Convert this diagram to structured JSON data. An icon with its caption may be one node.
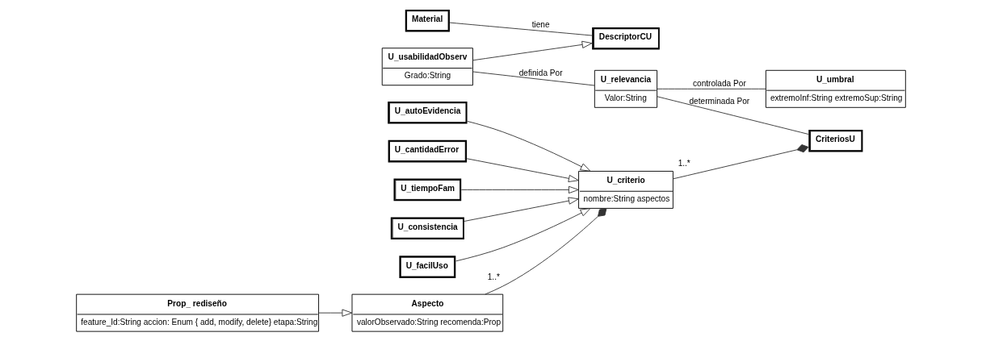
{
  "diagram": {
    "nodes": [
      {
        "text": [
          "Material"
        ]
      },
      {
        "text": [
          "DescriptorCU"
        ]
      },
      {
        "text": [
          "U_usabilidadObserv",
          "Grado:String"
        ]
      },
      {
        "text": [
          "U_relevancia",
          "Valor:String"
        ]
      },
      {
        "text": [
          "U_umbral",
          "extremoInf:String extremoSup:String"
        ]
      },
      {
        "text": [
          "U_autoEvidencia"
        ]
      },
      {
        "text": [
          "U_cantidadError"
        ]
      },
      {
        "text": [
          "U_tiempoFam"
        ]
      },
      {
        "text": [
          "U_consistencia"
        ]
      },
      {
        "text": [
          "U_facilUso"
        ]
      },
      {
        "text": [
          "CriteriosU"
        ]
      },
      {
        "text": [
          "U_criterio",
          "nombre:String aspectos"
        ]
      },
      {
        "text": [
          "Aspecto",
          "valorObservado:String recomenda:Prop"
        ]
      },
      {
        "text": [
          "Prop_ rediseño",
          "feature_Id:String accion: Enum { add, modify, delete} etapa:String"
        ]
      }
    ],
    "edges": [
      {
        "from": 0,
        "to": 1,
        "arrow": "none",
        "label": "tiene"
      },
      {
        "from": 2,
        "to": 1,
        "arrow": "to"
      },
      {
        "from": 2,
        "to": 3,
        "arrow": "none",
        "label": "definida Por"
      },
      {
        "from": 3,
        "to": 4,
        "arrow": "none",
        "label": "controlada Por"
      },
      {
        "from": 3,
        "to": 10,
        "arrow": "none",
        "label": "determinada Por"
      },
      {
        "from": 11,
        "to": 10,
        "arrow": "other",
        "label": "1..*"
      },
      {
        "from": 5,
        "to": 11,
        "arrow": "to"
      },
      {
        "from": 6,
        "to": 11,
        "arrow": "to"
      },
      {
        "from": 7,
        "to": 11,
        "arrow": "to"
      },
      {
        "from": 8,
        "to": 11,
        "arrow": "to"
      },
      {
        "from": 9,
        "to": 11,
        "arrow": "to"
      },
      {
        "from": 12,
        "to": 11,
        "arrow": "other",
        "label": "1..*"
      },
      {
        "from": 13,
        "to": 12,
        "arrow": "to"
      }
    ]
  }
}
